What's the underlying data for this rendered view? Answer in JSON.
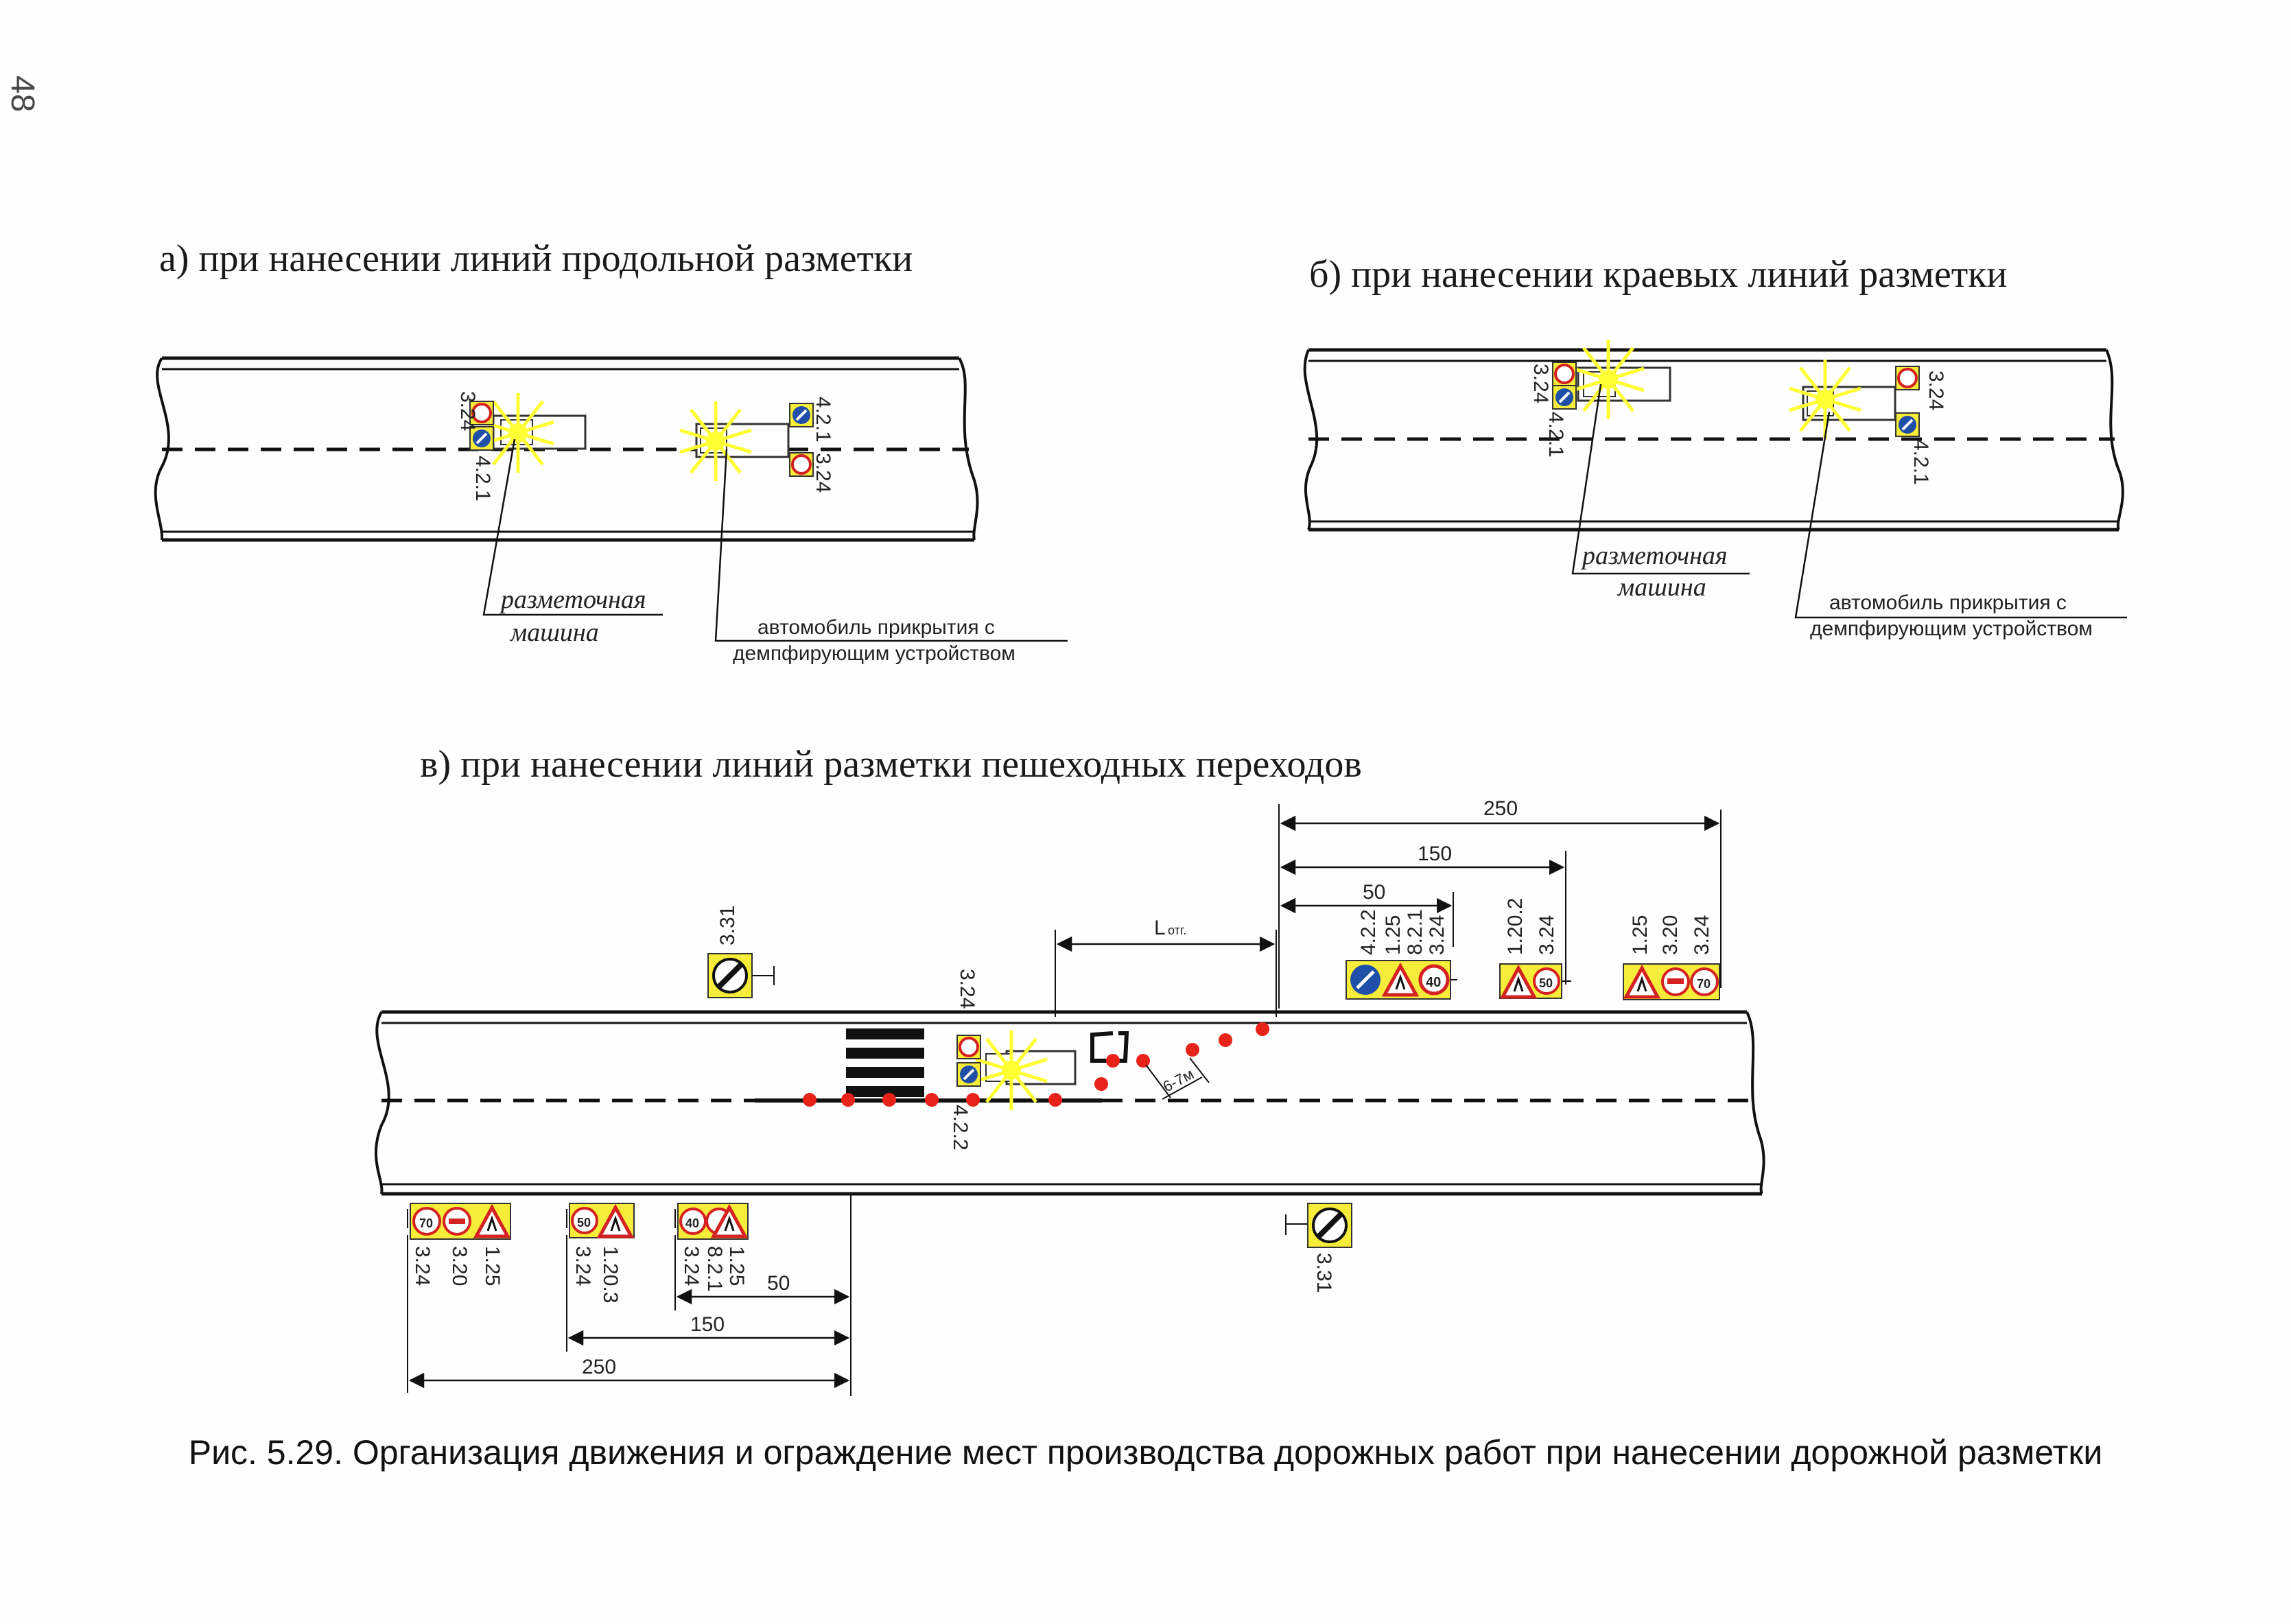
{
  "page_number": "48",
  "headings": {
    "a": "а) при нанесении линий продольной разметки",
    "b": "б) при нанесении краевых линий разметки",
    "c": "в) при нанесении линий разметки пешеходных переходов"
  },
  "callouts": {
    "marking_machine_line1": "разметочная",
    "marking_machine_line2": "машина",
    "cover_vehicle_line1": "автомобиль прикрытия с",
    "cover_vehicle_line2": "демпфирующим устройством"
  },
  "sign_codes": {
    "s324": "3.24",
    "s421": "4.2.1",
    "s422": "4.2.2",
    "s331": "3.31",
    "s125": "1.25",
    "s821": "8.2.1",
    "s1202": "1.20.2",
    "s1203": "1.20.3",
    "s320": "3.20"
  },
  "sign_speeds": {
    "v40": "40",
    "v50": "50",
    "v70": "70"
  },
  "dimensions": {
    "d250": "250",
    "d150": "150",
    "d50": "50",
    "l_otg_main": "L",
    "l_otg_sub": "отг.",
    "gap": "6-7м"
  },
  "colors": {
    "sign_yellow": "#f6ec3a",
    "sign_red": "#d42121",
    "sign_blue": "#1f4fa8",
    "cone_red": "#e8231a",
    "beacon_yellow": "#ffff33"
  },
  "caption": "Рис. 5.29. Организация движения и ограждение мест производства дорожных работ при нанесении дорожной разметки"
}
